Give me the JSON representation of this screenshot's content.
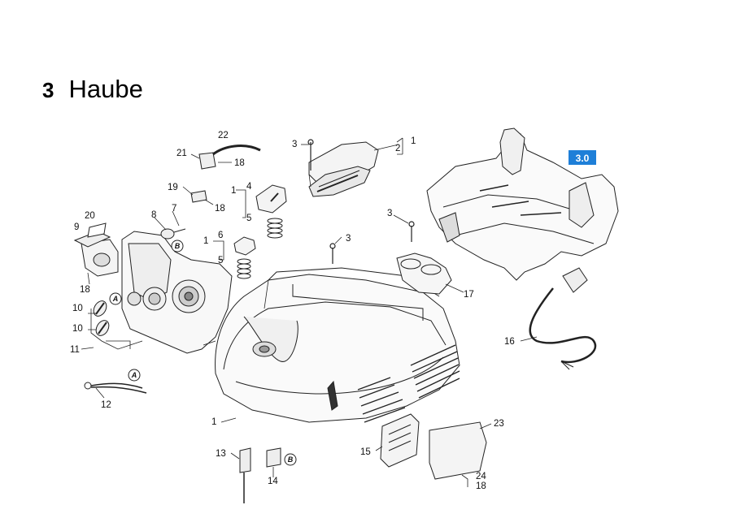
{
  "header": {
    "number": "3",
    "title": "Haube"
  },
  "badge": {
    "text": "3.0",
    "color": "#1e7fd8"
  },
  "markers": {
    "a": "A",
    "b": "B"
  },
  "labels": {
    "p22": "22",
    "p21": "21",
    "p18a": "18",
    "p3a": "3",
    "p1a": "1",
    "p2a": "2",
    "p19": "19",
    "p18b": "18",
    "p1b": "1",
    "p4": "4",
    "p5a": "5",
    "p8": "8",
    "p7": "7",
    "p20": "20",
    "p9": "9",
    "p1c": "1",
    "p6": "6",
    "p5b": "5",
    "p3b": "3",
    "p3c": "3",
    "p17": "17",
    "p18c": "18",
    "p10a": "10",
    "p10b": "10",
    "p11": "11",
    "p16": "16",
    "p12": "12",
    "p1d": "1",
    "p13": "13",
    "p14": "14",
    "p15": "15",
    "p23": "23",
    "p24": "24",
    "p18d": "18"
  }
}
